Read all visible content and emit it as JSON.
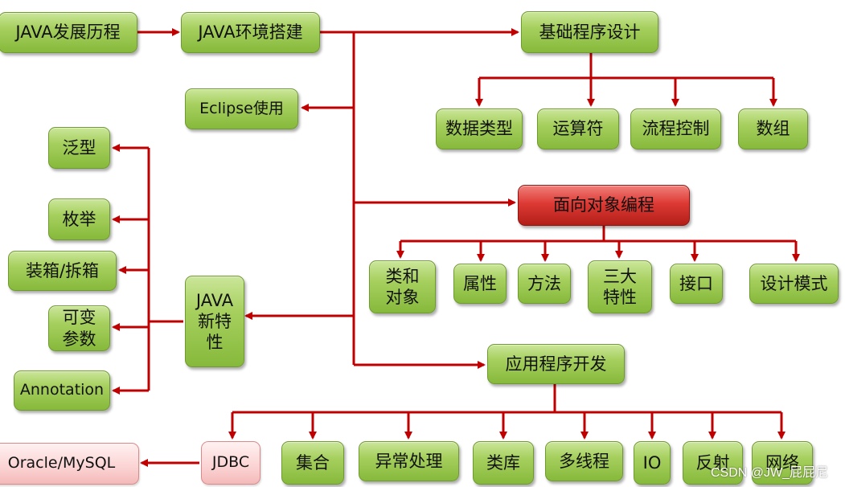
{
  "nodes": {
    "java_history": "JAVA发展历程",
    "java_env": "JAVA环境搭建",
    "basic_design": "基础程序设计",
    "data_types": "数据类型",
    "operators": "运算符",
    "flow_control": "流程控制",
    "arrays": "数组",
    "eclipse": "Eclipse使用",
    "oop": "面向对象编程",
    "class_object": "类和\n对象",
    "attributes": "属性",
    "methods": "方法",
    "three_features": "三大\n特性",
    "interface": "接口",
    "design_patterns": "设计模式",
    "generics": "泛型",
    "enum": "枚举",
    "boxing": "装箱/拆箱",
    "varargs": "可变\n参数",
    "annotation": "Annotation",
    "java_new_features": "JAVA\n新特\n性",
    "app_dev": "应用程序开发",
    "oracle_mysql": "Oracle/MySQL",
    "jdbc": "JDBC",
    "collections": "集合",
    "exception": "异常处理",
    "class_library": "类库",
    "multithreading": "多线程",
    "io": "IO",
    "reflection": "反射",
    "network": "网络"
  },
  "watermark": "CSDN @JW_屁屁尼",
  "colors": {
    "node_green": "#a7d05f",
    "node_red": "#dd3a34",
    "node_pink": "#fbd3d3",
    "connector": "#c00000"
  }
}
